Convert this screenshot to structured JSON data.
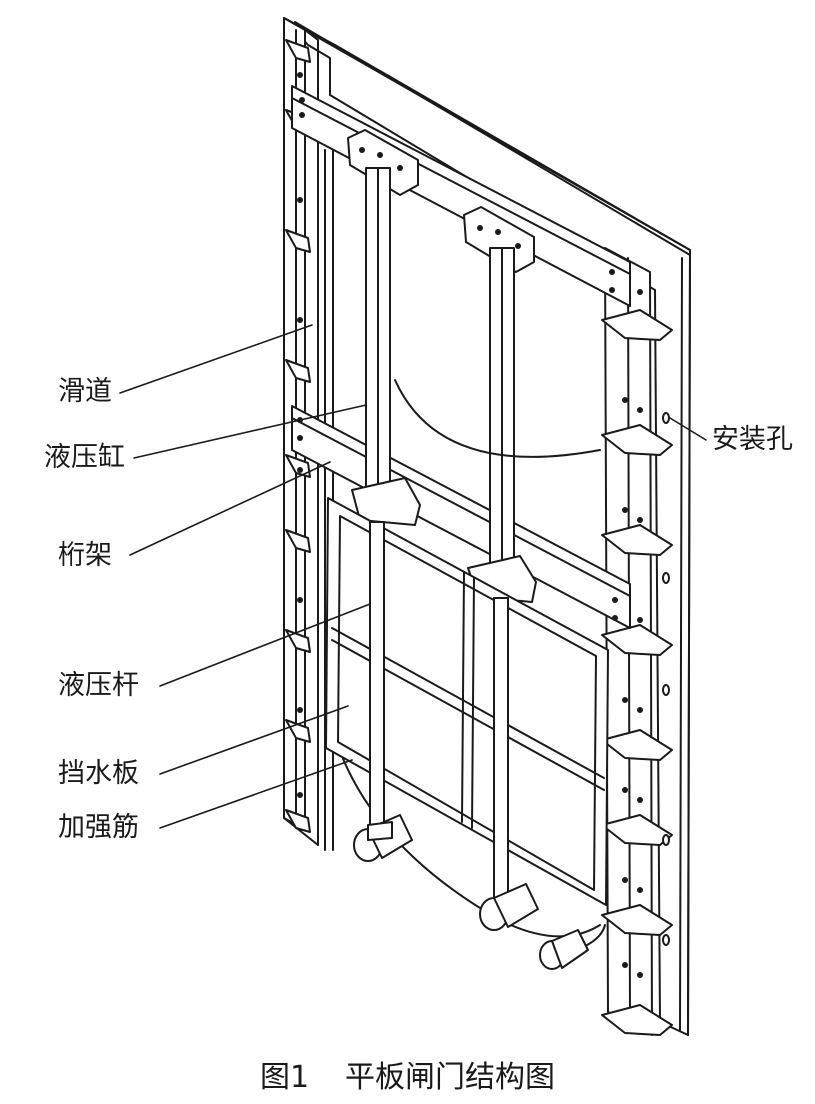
{
  "labels": {
    "slide": "滑道",
    "cylinder": "液压缸",
    "truss": "桁架",
    "rod": "液压杆",
    "plate": "挡水板",
    "rib": "加强筋",
    "mount_hole": "安装孔"
  },
  "caption": {
    "figure_no": "图1",
    "title": "平板闸门结构图"
  },
  "colors": {
    "line": "#1a1a1a",
    "fill": "#ffffff"
  }
}
